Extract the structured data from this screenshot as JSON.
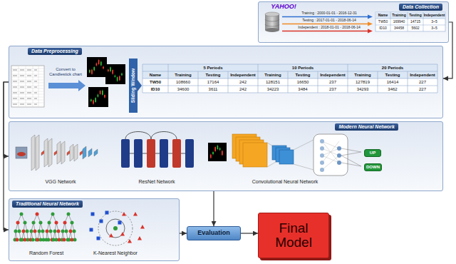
{
  "diagram": {
    "nodes": [
      {
        "text": [
          "Data Collection"
        ]
      },
      {
        "text": [
          "Data Preprocessing"
        ]
      },
      {
        "text": [
          "Modern Neural Network"
        ]
      },
      {
        "text": [
          "UP"
        ],
        "in": 2
      },
      {
        "text": [
          "DOWN"
        ],
        "in": 2
      },
      {
        "text": [
          "Traditional Neural Network"
        ]
      },
      {
        "text": [
          "Evaluation"
        ]
      },
      {
        "text": [
          "Final Model"
        ]
      }
    ],
    "edges": [
      {
        "from": 0,
        "to": 1,
        "arrow": "to"
      },
      {
        "from": 1,
        "to": 2,
        "arrow": "to"
      },
      {
        "from": 1,
        "to": 5,
        "arrow": "to"
      },
      {
        "from": 2,
        "to": 6,
        "arrow": "to"
      },
      {
        "from": 5,
        "to": 6,
        "arrow": "to"
      },
      {
        "from": 6,
        "to": 7,
        "arrow": "to"
      }
    ],
    "labels": [
      "YAHOO!",
      "Training : 2000-01-01 - 2016-12-31",
      "Testing : 2017-01-01 - 2018-06-14",
      "Independent : 2018-01-01 - 2018-06-14",
      "Name",
      "Training",
      "Testing",
      "Independent",
      "TW50",
      "169940",
      "14715",
      "3~5",
      "ID10",
      "34458",
      "5602",
      "3~5",
      "Convert to Candlestick chart",
      "Sliding Window",
      "5 Periods",
      "10 Periods",
      "20 Periods",
      "Name",
      "Training",
      "Testing",
      "Independent",
      "Training",
      "Testing",
      "Independent",
      "Training",
      "Testing",
      "Independent",
      "TW50",
      "108660",
      "17164",
      "242",
      "128151",
      "16650",
      "237",
      "127819",
      "16414",
      "227",
      "ID10",
      "34600",
      "3611",
      "242",
      "34223",
      "3484",
      "237",
      "34293",
      "3462",
      "227",
      "VGG Network",
      "ResNet Network",
      "Convolutional Neural Network",
      "Random Forest",
      "K-Nearest Neighbor"
    ]
  }
}
